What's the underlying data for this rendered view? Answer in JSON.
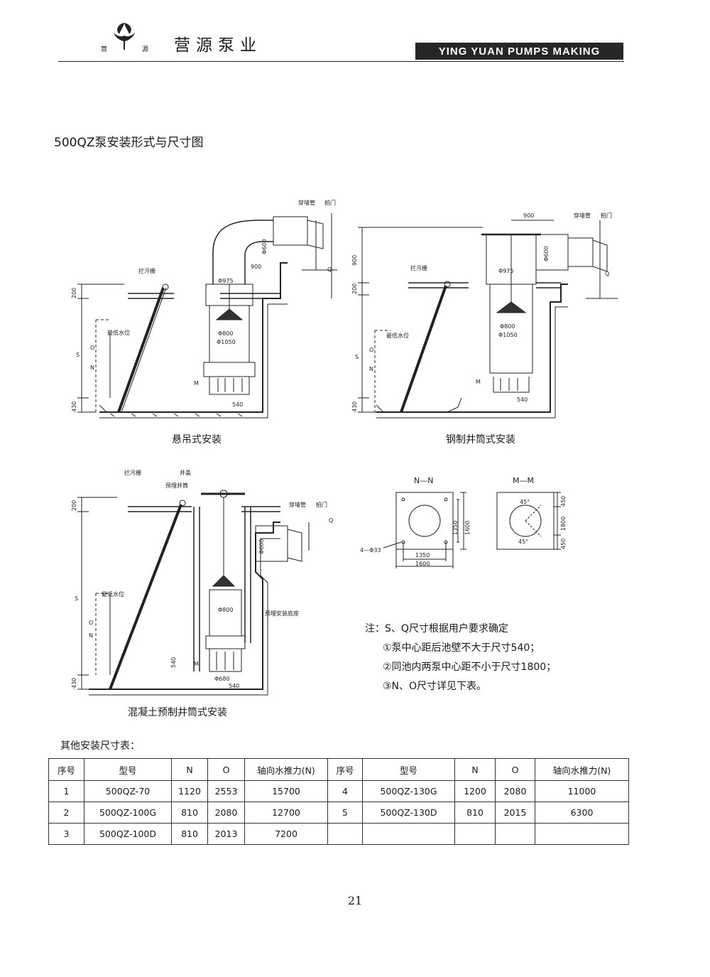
{
  "header": {
    "logo_char_left": "营",
    "logo_char_right": "源",
    "brand_name": "营源泵业",
    "brand_english": "YING YUAN PUMPS MAKING"
  },
  "page_title": "500QZ泵安装形式与尺寸图",
  "figures": {
    "fig1": {
      "caption": "悬吊式安装",
      "labels": {
        "trash_rack": "拦污栅",
        "wall_pipe": "穿墙管",
        "flap_gate": "拍门",
        "min_water_level": "最低水位",
        "dia_600": "Φ600",
        "elbow_900": "900",
        "dia_975": "Φ975",
        "dia_800": "Φ800",
        "dia_1050": "Φ1050",
        "dim_200": "200",
        "dim_430": "430",
        "dim_540": "540",
        "s": "S",
        "o": "O",
        "n": "N",
        "q": "Q",
        "m": "M"
      }
    },
    "fig2": {
      "caption": "钢制井筒式安装",
      "labels": {
        "trash_rack": "拦污栅",
        "wall_pipe": "穿墙管",
        "flap_gate": "拍门",
        "min_water_level": "最低水位",
        "dim_900_top": "900",
        "dim_900_left": "900",
        "dia_600": "Φ600",
        "dia_975": "Φ975",
        "dia_800": "Φ800",
        "dia_1050": "Φ1050",
        "dim_200": "200",
        "dim_430": "430",
        "dim_540": "540",
        "s": "S",
        "o": "O",
        "n": "N",
        "q": "Q",
        "m": "M"
      }
    },
    "fig3": {
      "caption": "混凝土预制井筒式安装",
      "labels": {
        "trash_rack": "拦污栅",
        "well_cover": "井盖",
        "embedded_shaft": "预埋井筒",
        "wall_pipe": "穿墙管",
        "flap_gate": "拍门",
        "min_water_level": "最低水位",
        "embedded_base": "预埋安装底座",
        "dia_600": "Φ600",
        "dia_800": "Φ800",
        "dia_680": "Φ680",
        "dim_200": "200",
        "dim_430": "430",
        "dim_540_v": "540",
        "dim_540_h": "540",
        "s": "S",
        "o": "O",
        "n": "N",
        "q": "Q",
        "m": "M"
      }
    },
    "section_nn": {
      "title": "N—N",
      "bolt": "4—Φ33",
      "dim_1350_h": "1350",
      "dim_1600_h": "1600",
      "dim_1350_v": "1350",
      "dim_1600_v": "1600"
    },
    "section_mm": {
      "title": "M—M",
      "angle_top": "45°",
      "angle_bottom": "45°",
      "dim_450_top": "450",
      "dim_1800": "1800",
      "dim_450_bottom": "450"
    }
  },
  "notes": {
    "lead": "注：S、Q尺寸根据用户要求确定",
    "items": [
      "①泵中心距后池壁不大于尺寸540；",
      "②同池内两泵中心距不小于尺寸1800；",
      "③N、O尺寸详见下表。"
    ]
  },
  "table": {
    "title": "其他安装尺寸表：",
    "headers": [
      "序号",
      "型号",
      "N",
      "O",
      "轴向水推力(N)",
      "序号",
      "型号",
      "N",
      "O",
      "轴向水推力(N)"
    ],
    "rows": [
      [
        "1",
        "500QZ-70",
        "1120",
        "2553",
        "15700",
        "4",
        "500QZ-130G",
        "1200",
        "2080",
        "11000"
      ],
      [
        "2",
        "500QZ-100G",
        "810",
        "2080",
        "12700",
        "5",
        "500QZ-130D",
        "810",
        "2015",
        "6300"
      ],
      [
        "3",
        "500QZ-100D",
        "810",
        "2013",
        "7200",
        "",
        "",
        "",
        "",
        ""
      ]
    ]
  },
  "page_number": "21"
}
